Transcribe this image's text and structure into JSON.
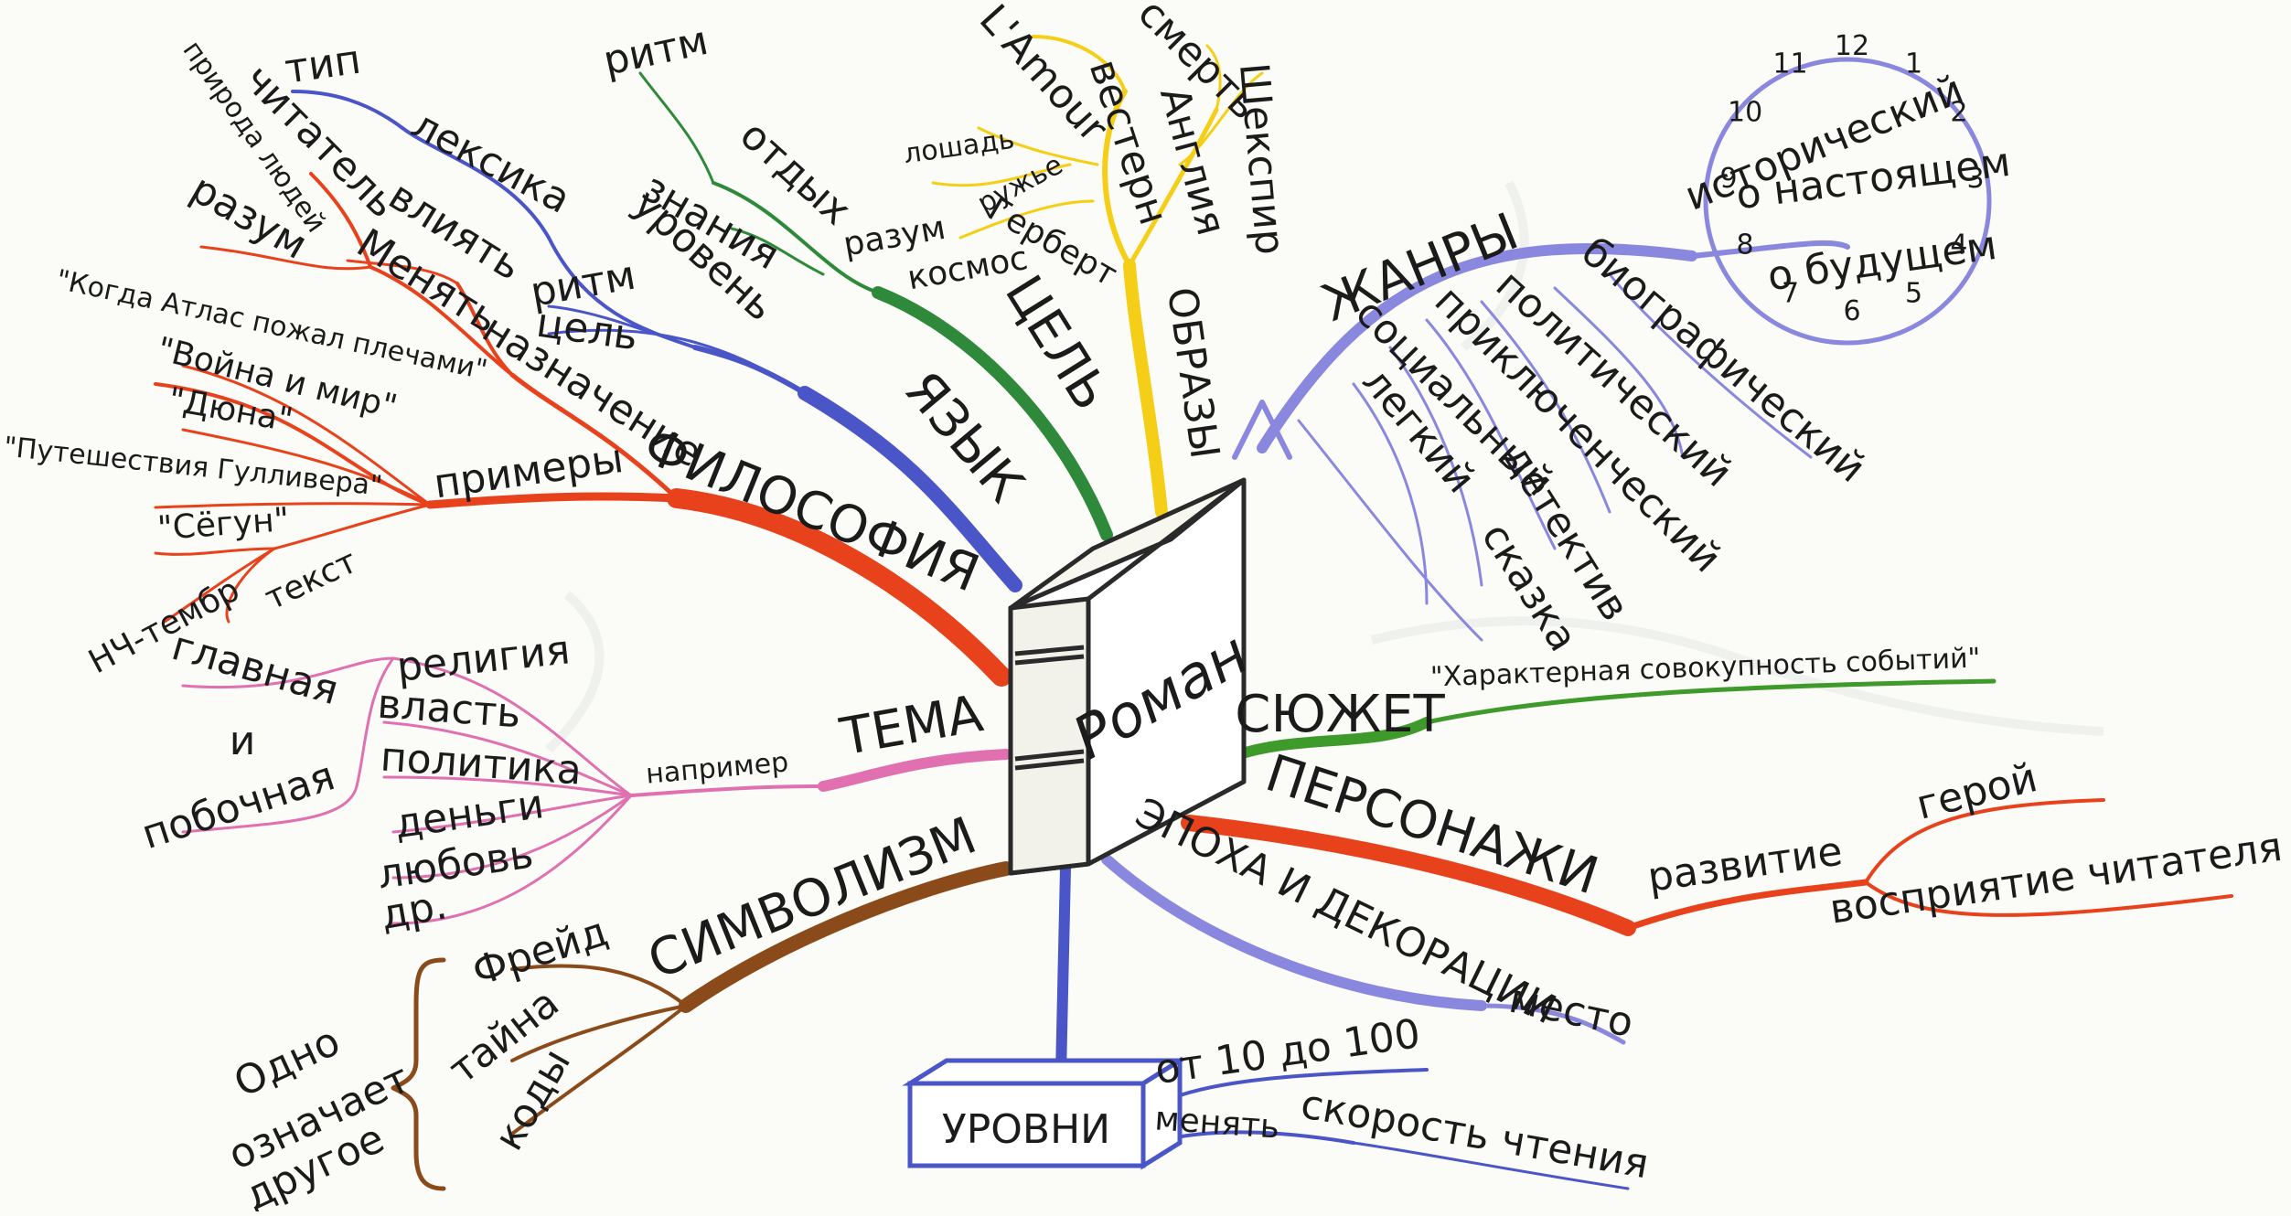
{
  "center": {
    "title": "Роман"
  },
  "branches": {
    "philosophy": {
      "label": "ФИЛОСОФИЯ",
      "color": "#e8421d",
      "items": {
        "naznachenie": "назначение",
        "menyat": "Менять",
        "vliyat": "влиять",
        "razum": "разум",
        "chitatel": "читатель",
        "priroda": "природа людей",
        "primery": "примеры",
        "atlas": "\"Когда Атлас пожал плечами\"",
        "voina": "\"Война и мир\"",
        "duna": "\"Дюна\"",
        "gulliver": "\"Путешествия Гулливера\"",
        "segun": "\"Сёгун\"",
        "tekst": "текст",
        "nch": "НЧ-тембр"
      }
    },
    "language": {
      "label": "ЯЗЫК",
      "color": "#4a55c8",
      "items": {
        "uroven": "уровень",
        "leksika": "лексика",
        "tip": "тип",
        "ritm": "ритм",
        "cel": "цель"
      }
    },
    "goal": {
      "label": "ЦЕЛЬ",
      "color": "#2e8a3a",
      "items": {
        "znaniya": "знания",
        "otdyh": "отдых",
        "ritm": "ритм"
      }
    },
    "images": {
      "label": "ОБРАЗЫ",
      "color": "#f5cf17",
      "items": {
        "lamour": "L'Amour",
        "vestern": "вестерн",
        "loshad": "лошадь",
        "ruzhe": "ружье",
        "razum": "разум",
        "gerbert": "Герберт",
        "kosmos": "космос",
        "angliya": "Англия",
        "smert": "смерть",
        "shekspir": "Шекспир"
      }
    },
    "genres": {
      "label": "ЖАНРЫ",
      "color": "#8a87de",
      "items": {
        "biograficheskiy": "биографический",
        "politicheskiy": "политический",
        "priklyuchencheskiy": "приключенческий",
        "socialnyy": "социальный",
        "detektiv": "детектив",
        "legkiy": "легкий",
        "skazka": "сказка",
        "istoricheskiy": "исторический",
        "o_nastoyaschem": "о настоящем",
        "o_buduschem": "о будущем"
      },
      "clock": [
        "12",
        "1",
        "2",
        "3",
        "4",
        "5",
        "6",
        "7",
        "8",
        "9",
        "10",
        "11"
      ]
    },
    "plot": {
      "label": "СЮЖЕТ",
      "color": "#3e9a2a",
      "items": {
        "quote": "\"Характерная совокупность событий\""
      }
    },
    "characters": {
      "label": "ПЕРСОНАЖИ",
      "color": "#e8421d",
      "items": {
        "razvitie": "развитие",
        "geroy": "герой",
        "vospriyatie": "восприятие читателя"
      }
    },
    "epoch": {
      "label": "ЭПОХА И ДЕКОРАЦИИ",
      "color": "#8a87de",
      "items": {
        "mesto": "место"
      }
    },
    "levels": {
      "label": "УРОВНИ",
      "color": "#4a55c8",
      "items": {
        "ot10": "от 10 до 100",
        "menyat": "менять",
        "skorost": "скорость чтения"
      }
    },
    "symbolism": {
      "label": "СИМВОЛИЗМ",
      "color": "#8a4a1a",
      "items": {
        "freyd": "Фрейд",
        "tayna": "тайна",
        "kody": "коды",
        "odno": "Одно",
        "oznachaet": "означает",
        "drugoe": "другое"
      }
    },
    "theme": {
      "label": "ТЕМА",
      "color": "#e070b0",
      "items": {
        "naprimer": "например",
        "religiya": "религия",
        "vlast": "власть",
        "politika": "политика",
        "dengi": "деньги",
        "lyubov": "любовь",
        "dr": "др.",
        "glavnaya": "главная",
        "i": "и",
        "pobochnaya": "побочная"
      }
    }
  }
}
